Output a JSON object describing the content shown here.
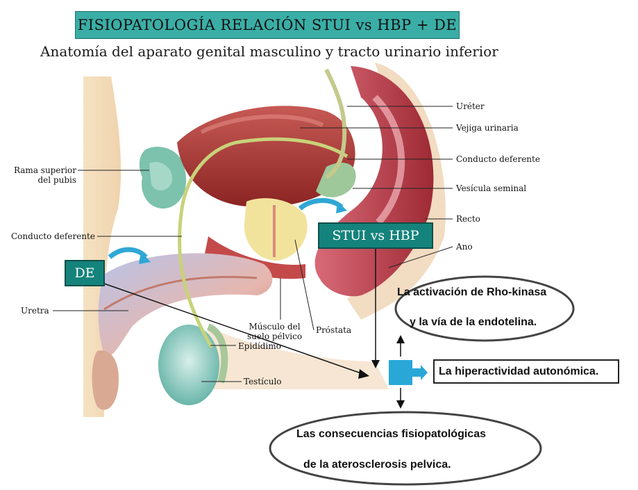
{
  "title": "FISIOPATOLOGÍA RELACIÓN STUI vs HBP + DE",
  "subtitle": "Anatomía del aparato genital masculino y tracto urinario inferior",
  "labels": {
    "ureter": "Uréter",
    "bladder": "Vejiga urinaria",
    "vas_deferens_right": "Conducto deferente",
    "seminal_vesicle": "Vesícula seminal",
    "rectum": "Recto",
    "anus": "Ano",
    "pubis_line1": "Rama superior",
    "pubis_line2": "del pubis",
    "vas_deferens_left": "Conducto deferente",
    "urethra": "Uretra",
    "pelvic_muscle_line1": "Músculo del",
    "pelvic_muscle_line2": "suelo pélvico",
    "prostate": "Próstata",
    "epididymis": "Epidídimo",
    "testicle": "Testículo"
  },
  "boxes": {
    "stui_hbp": "STUI vs HBP",
    "de": "DE"
  },
  "ellipses": {
    "rho_line1": "La activación de Rho-kinasa",
    "rho_line2": "y la vía de la endotelina.",
    "conseq_line1": "Las consecuencias fisiopatológicas",
    "conseq_line2": "de la aterosclerosis pelvica."
  },
  "hyperactivity": "La hiperactividad autonómica.",
  "colors": {
    "title_bg": "#3aaea6",
    "teal_box": "#14837c",
    "central_square": "#29a8d8",
    "curved_arrow": "#2fa7d4"
  }
}
